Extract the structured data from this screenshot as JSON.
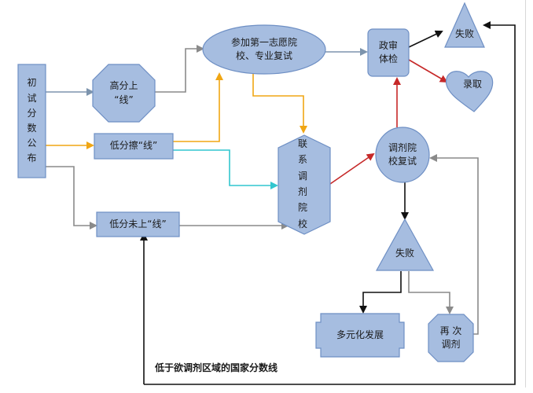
{
  "nodes": {
    "initial_score_release": "初试分数公布",
    "high_score": "高分上\n“线”",
    "low_borderline": "低分擦“线”",
    "low_below_line": "低分未上“线”",
    "first_choice_retest": "参加第一志愿院\n校、专业复试",
    "contact_transfer": "联系调剂院校",
    "political_check": "政审\n体检",
    "fail_top": "失败",
    "admitted": "录取",
    "transfer_retest": "调剂院\n校复试",
    "fail_mid": "失败",
    "diversified": "多元化发展",
    "retransfer": "再  次\n调剂"
  },
  "caption": "低于欲调剂区域的国家分数线",
  "colors": {
    "node_fill": "#a6bde0",
    "node_stroke": "#6e8fc4",
    "arrow_gray": "#8a8a8a",
    "arrow_orange": "#f0a614",
    "arrow_cyan": "#31c6cf",
    "arrow_red": "#c62828",
    "arrow_black": "#111111",
    "arrow_steel": "#7d94ad"
  },
  "shapes": {
    "initial_score_release": "rectangle",
    "high_score": "octagon",
    "low_borderline": "rectangle",
    "low_below_line": "rectangle",
    "first_choice_retest": "ellipse",
    "contact_transfer": "hexagon",
    "political_check": "rounded-rectangle",
    "fail_top": "triangle",
    "admitted": "heart",
    "transfer_retest": "ellipse",
    "fail_mid": "triangle",
    "diversified": "cross-rectangle",
    "retransfer": "octagon"
  }
}
